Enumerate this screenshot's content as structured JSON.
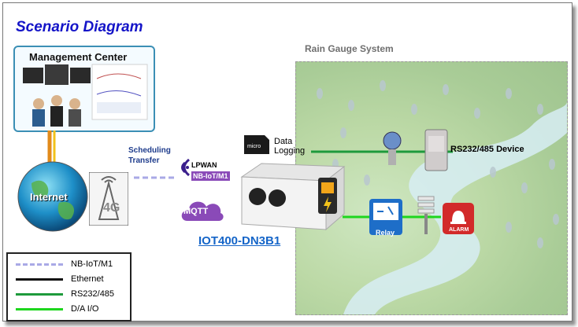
{
  "title": "Scenario Diagram",
  "management_center": {
    "label": "Management Center"
  },
  "internet": {
    "label": "Internet"
  },
  "rain_gauge": {
    "title": "Rain Gauge System"
  },
  "links": {
    "scheduling_transfer": "Scheduling\nTransfer",
    "lpwan": "LPWAN",
    "nbiot": "NB-IoT/M1",
    "mqtt": "MQTT",
    "data_logging": "Data\nLogging",
    "rs_device": "RS232/485 Device"
  },
  "device": {
    "model": "IOT400-DN3B1"
  },
  "relay": {
    "label": "Relay"
  },
  "alarm": {
    "label": "ALARM"
  },
  "legend": [
    {
      "label": "NB-IoT/M1",
      "color": "#a9a9e6",
      "style": "dashed"
    },
    {
      "label": "Ethernet",
      "color": "#111111",
      "style": "solid"
    },
    {
      "label": "RS232/485",
      "color": "#1e9a3c",
      "style": "solid"
    },
    {
      "label": "D/A I/O",
      "color": "#1ed61e",
      "style": "solid"
    }
  ],
  "colors": {
    "title": "#1515c8",
    "device_name": "#1565c8",
    "nbiot_link": "#a9a9e6",
    "rs_link": "#1e9a3c",
    "da_link": "#1ed61e"
  },
  "icons": [
    "management-center-image",
    "internet-globe-icon",
    "tower-4g-icon",
    "wifi-signal-icon",
    "mqtt-cloud-icon",
    "sd-card-icon",
    "gateway-device-icon",
    "battery-icon",
    "sensor-icon",
    "rs-device-box-icon",
    "relay-icon",
    "weather-sensor-icon",
    "alarm-icon"
  ]
}
